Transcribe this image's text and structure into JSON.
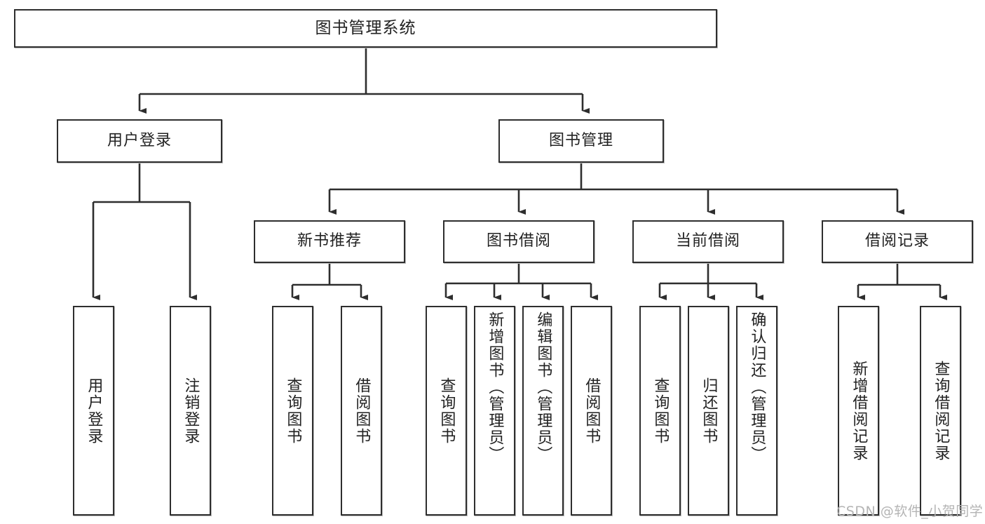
{
  "diagram": {
    "title": "图书管理系统",
    "type": "tree-hierarchy",
    "root": {
      "label": "图书管理系统"
    },
    "level2": [
      {
        "label": "用户登录"
      },
      {
        "label": "图书管理"
      }
    ],
    "level3": [
      {
        "label": "新书推荐"
      },
      {
        "label": "图书借阅"
      },
      {
        "label": "当前借阅"
      },
      {
        "label": "借阅记录"
      }
    ],
    "leaves": {
      "user_login": [
        {
          "label": "用户登录"
        },
        {
          "label": "注销登录"
        }
      ],
      "new_book_recommend": [
        {
          "label": "查询图书"
        },
        {
          "label": "借阅图书"
        }
      ],
      "book_borrow": [
        {
          "label": "查询图书"
        },
        {
          "label": "新增图书（管理员）"
        },
        {
          "label": "编辑图书（管理员）"
        },
        {
          "label": "借阅图书"
        }
      ],
      "current_borrow": [
        {
          "label": "查询图书"
        },
        {
          "label": "归还图书"
        },
        {
          "label": "确认归还（管理员）"
        }
      ],
      "borrow_record": [
        {
          "label": "新增借阅记录"
        },
        {
          "label": "查询借阅记录"
        }
      ]
    }
  },
  "watermark": {
    "text": "CSDN @软件_小贺同学"
  },
  "colors": {
    "stroke": "#2e2e2e",
    "fill": "#ffffff",
    "text": "#222222",
    "watermark": "#b4b4b4"
  }
}
